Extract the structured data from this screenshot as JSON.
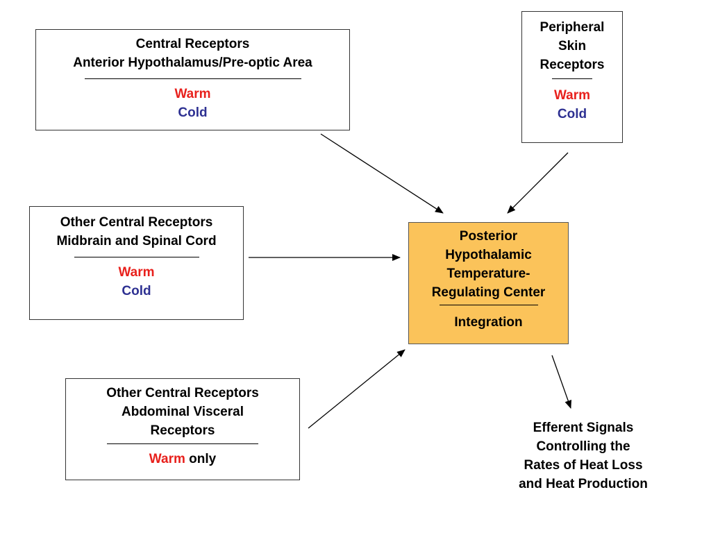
{
  "box_central": {
    "line1": "Central Receptors",
    "line2": "Anterior Hypothalamus/Pre-optic Area",
    "warm": "Warm",
    "cold": "Cold"
  },
  "box_peripheral": {
    "line1": "Peripheral",
    "line2": "Skin",
    "line3": "Receptors",
    "warm": "Warm",
    "cold": "Cold"
  },
  "box_midbrain": {
    "line1": "Other Central Receptors",
    "line2": "Midbrain and Spinal Cord",
    "warm": "Warm",
    "cold": "Cold"
  },
  "box_abdominal": {
    "line1": "Other Central Receptors",
    "line2": "Abdominal Visceral",
    "line3": "Receptors",
    "warm": "Warm",
    "only": "only"
  },
  "box_center": {
    "line1": "Posterior",
    "line2": "Hypothalamic",
    "line3": "Temperature-",
    "line4": "Regulating Center",
    "line5": "Integration"
  },
  "efferent": {
    "line1": "Efferent Signals",
    "line2": "Controlling the",
    "line3": "Rates of Heat Loss",
    "line4": "and Heat Production"
  },
  "colors": {
    "warm": "#e8201c",
    "cold": "#2e3192",
    "center_fill": "#fbc35a"
  }
}
